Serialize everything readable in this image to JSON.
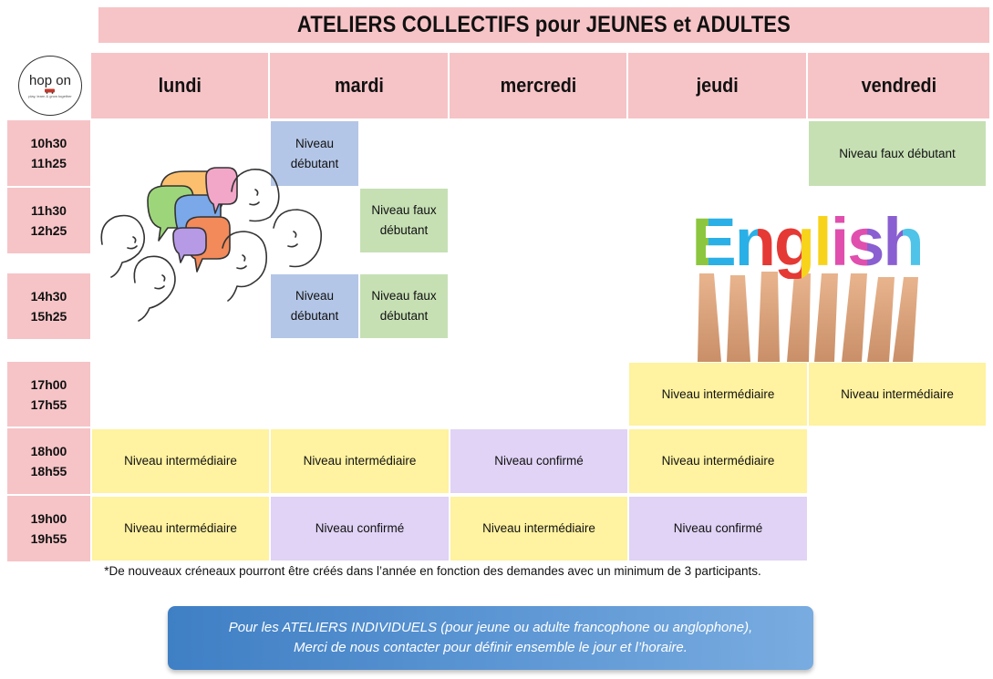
{
  "title": "ATELIERS COLLECTIFS pour JEUNES et ADULTES",
  "logo": {
    "name": "hop on",
    "tagline": "play, learn & grow together"
  },
  "days": [
    "lundi",
    "mardi",
    "mercredi",
    "jeudi",
    "vendredi"
  ],
  "times": [
    {
      "start": "10h30",
      "end": "11h25"
    },
    {
      "start": "11h30",
      "end": "12h25"
    },
    {
      "start": "14h30",
      "end": "15h25"
    },
    {
      "start": "17h00",
      "end": "17h55"
    },
    {
      "start": "18h00",
      "end": "18h55"
    },
    {
      "start": "19h00",
      "end": "19h55"
    }
  ],
  "slots": {
    "mardi_1030_a": "Niveau",
    "mardi_1030_b": "débutant",
    "mardi_1130_a": "Niveau faux",
    "mardi_1130_b": "débutant",
    "mardi_1430_a": "Niveau",
    "mardi_1430_b": "débutant",
    "mardi_1430_c": "Niveau faux",
    "mardi_1430_d": "débutant",
    "vendredi_1030": "Niveau faux débutant",
    "jeudi_1700": "Niveau intermédiaire",
    "vendredi_1700": "Niveau intermédiaire",
    "lundi_1800": "Niveau intermédiaire",
    "mardi_1800": "Niveau intermédiaire",
    "mercredi_1800": "Niveau confirmé",
    "jeudi_1800": "Niveau intermédiaire",
    "lundi_1900": "Niveau intermédiaire",
    "mardi_1900": "Niveau confirmé",
    "mercredi_1900": "Niveau intermédiaire",
    "jeudi_1900": "Niveau confirmé"
  },
  "english_image_text": "English",
  "footnote": "*De nouveaux créneaux pourront être créés dans l’année en fonction des demandes avec un minimum de 3 participants.",
  "contact": {
    "line1": "Pour les ATELIERS INDIVIDUELS (pour jeune ou adulte francophone ou anglophone),",
    "line2": "Merci de nous contacter pour définir ensemble le jour et l’horaire."
  },
  "colors": {
    "header": "#f6c4c7",
    "debutant": "#b4c6e7",
    "faux_debutant": "#c6e0b4",
    "intermediaire": "#fff2a0",
    "confirme": "#e0d3f5",
    "contact_box": "#4a8acb"
  }
}
